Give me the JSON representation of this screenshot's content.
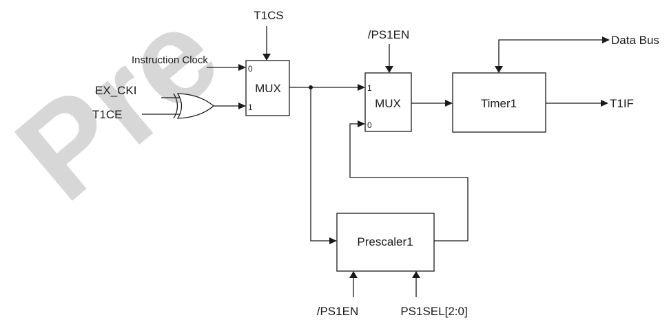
{
  "watermark": "Pre",
  "signals": {
    "t1cs": "T1CS",
    "instruction_clock": "Instruction Clock",
    "ex_cki": "EX_CKI",
    "t1ce": "T1CE",
    "ps1en_top": "/PS1EN",
    "data_bus": "Data Bus",
    "t1if": "T1IF",
    "ps1en_bottom": "/PS1EN",
    "ps1sel": "PS1SEL[2:0]"
  },
  "blocks": {
    "mux1": {
      "label": "MUX",
      "pin0": "0",
      "pin1": "1"
    },
    "mux2": {
      "label": "MUX",
      "pin0": "0",
      "pin1": "1"
    },
    "timer": {
      "label": "Timer1"
    },
    "prescaler": {
      "label": "Prescaler1"
    }
  },
  "colors": {
    "line": "#1a1a1a",
    "watermark": "#d7d7d7"
  }
}
